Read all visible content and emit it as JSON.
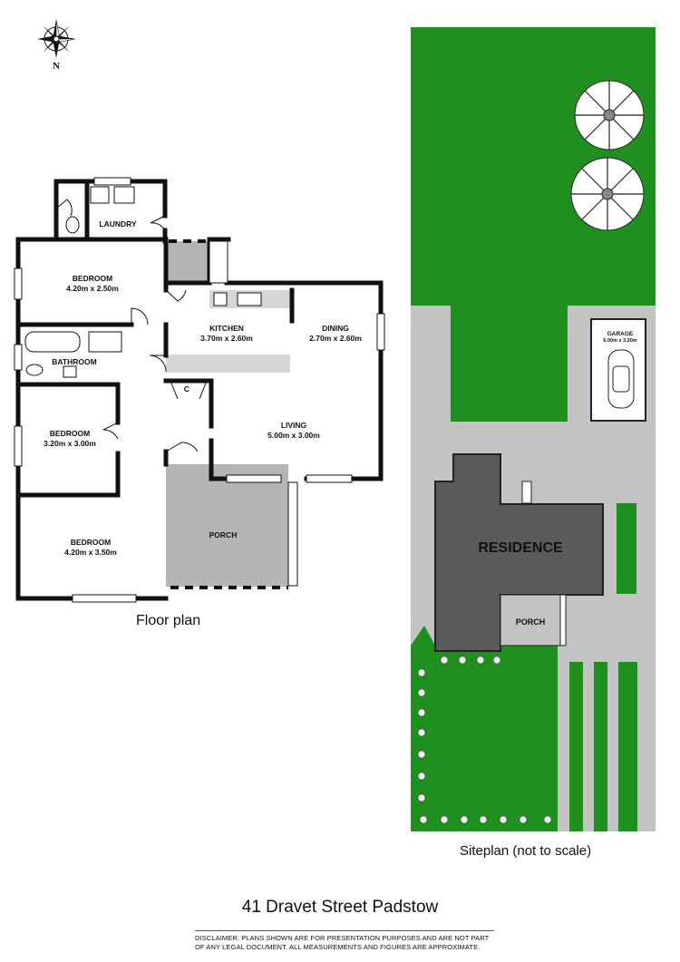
{
  "compass": {
    "label": "N",
    "icon": "compass-rose-icon"
  },
  "floor_plan": {
    "caption": "Floor plan",
    "rooms": [
      {
        "name": "LAUNDRY",
        "dims": ""
      },
      {
        "name": "BEDROOM",
        "dims": "4.20m  x 2.50m"
      },
      {
        "name": "KITCHEN",
        "dims": "3.70m  x 2.60m"
      },
      {
        "name": "DINING",
        "dims": "2.70m  x 2.60m"
      },
      {
        "name": "BATHROOM",
        "dims": ""
      },
      {
        "name": "C",
        "dims": ""
      },
      {
        "name": "LIVING",
        "dims": "5.00m  x 3.00m"
      },
      {
        "name": "BEDROOM",
        "dims": "3.20m  x 3.00m"
      },
      {
        "name": "PORCH",
        "dims": ""
      },
      {
        "name": "BEDROOM",
        "dims": "4.20m  x 3.50m"
      }
    ]
  },
  "site_plan": {
    "caption": "Siteplan (not to scale)",
    "residence_label": "RESIDENCE",
    "porch_label": "PORCH",
    "garage": {
      "name": "GARAGE",
      "dims": "6.00m  x 3.20m"
    }
  },
  "address": "41 Dravet Street Padstow",
  "disclaimer": {
    "line1": "DISCLAIMER:  PLANS SHOWN ARE FOR PRESENTATION PURPOSES AND ARE NOT PART",
    "line2": "OF ANY LEGAL DOCUMENT.  ALL MEASUREMENTS AND FIGURES ARE APPROXIMATE."
  },
  "colors": {
    "wall": "#111111",
    "porch_fill": "#b5b5b5",
    "lawn": "#1f8f1f",
    "paving": "#c3c3c3",
    "residence": "#5a5a5a"
  }
}
